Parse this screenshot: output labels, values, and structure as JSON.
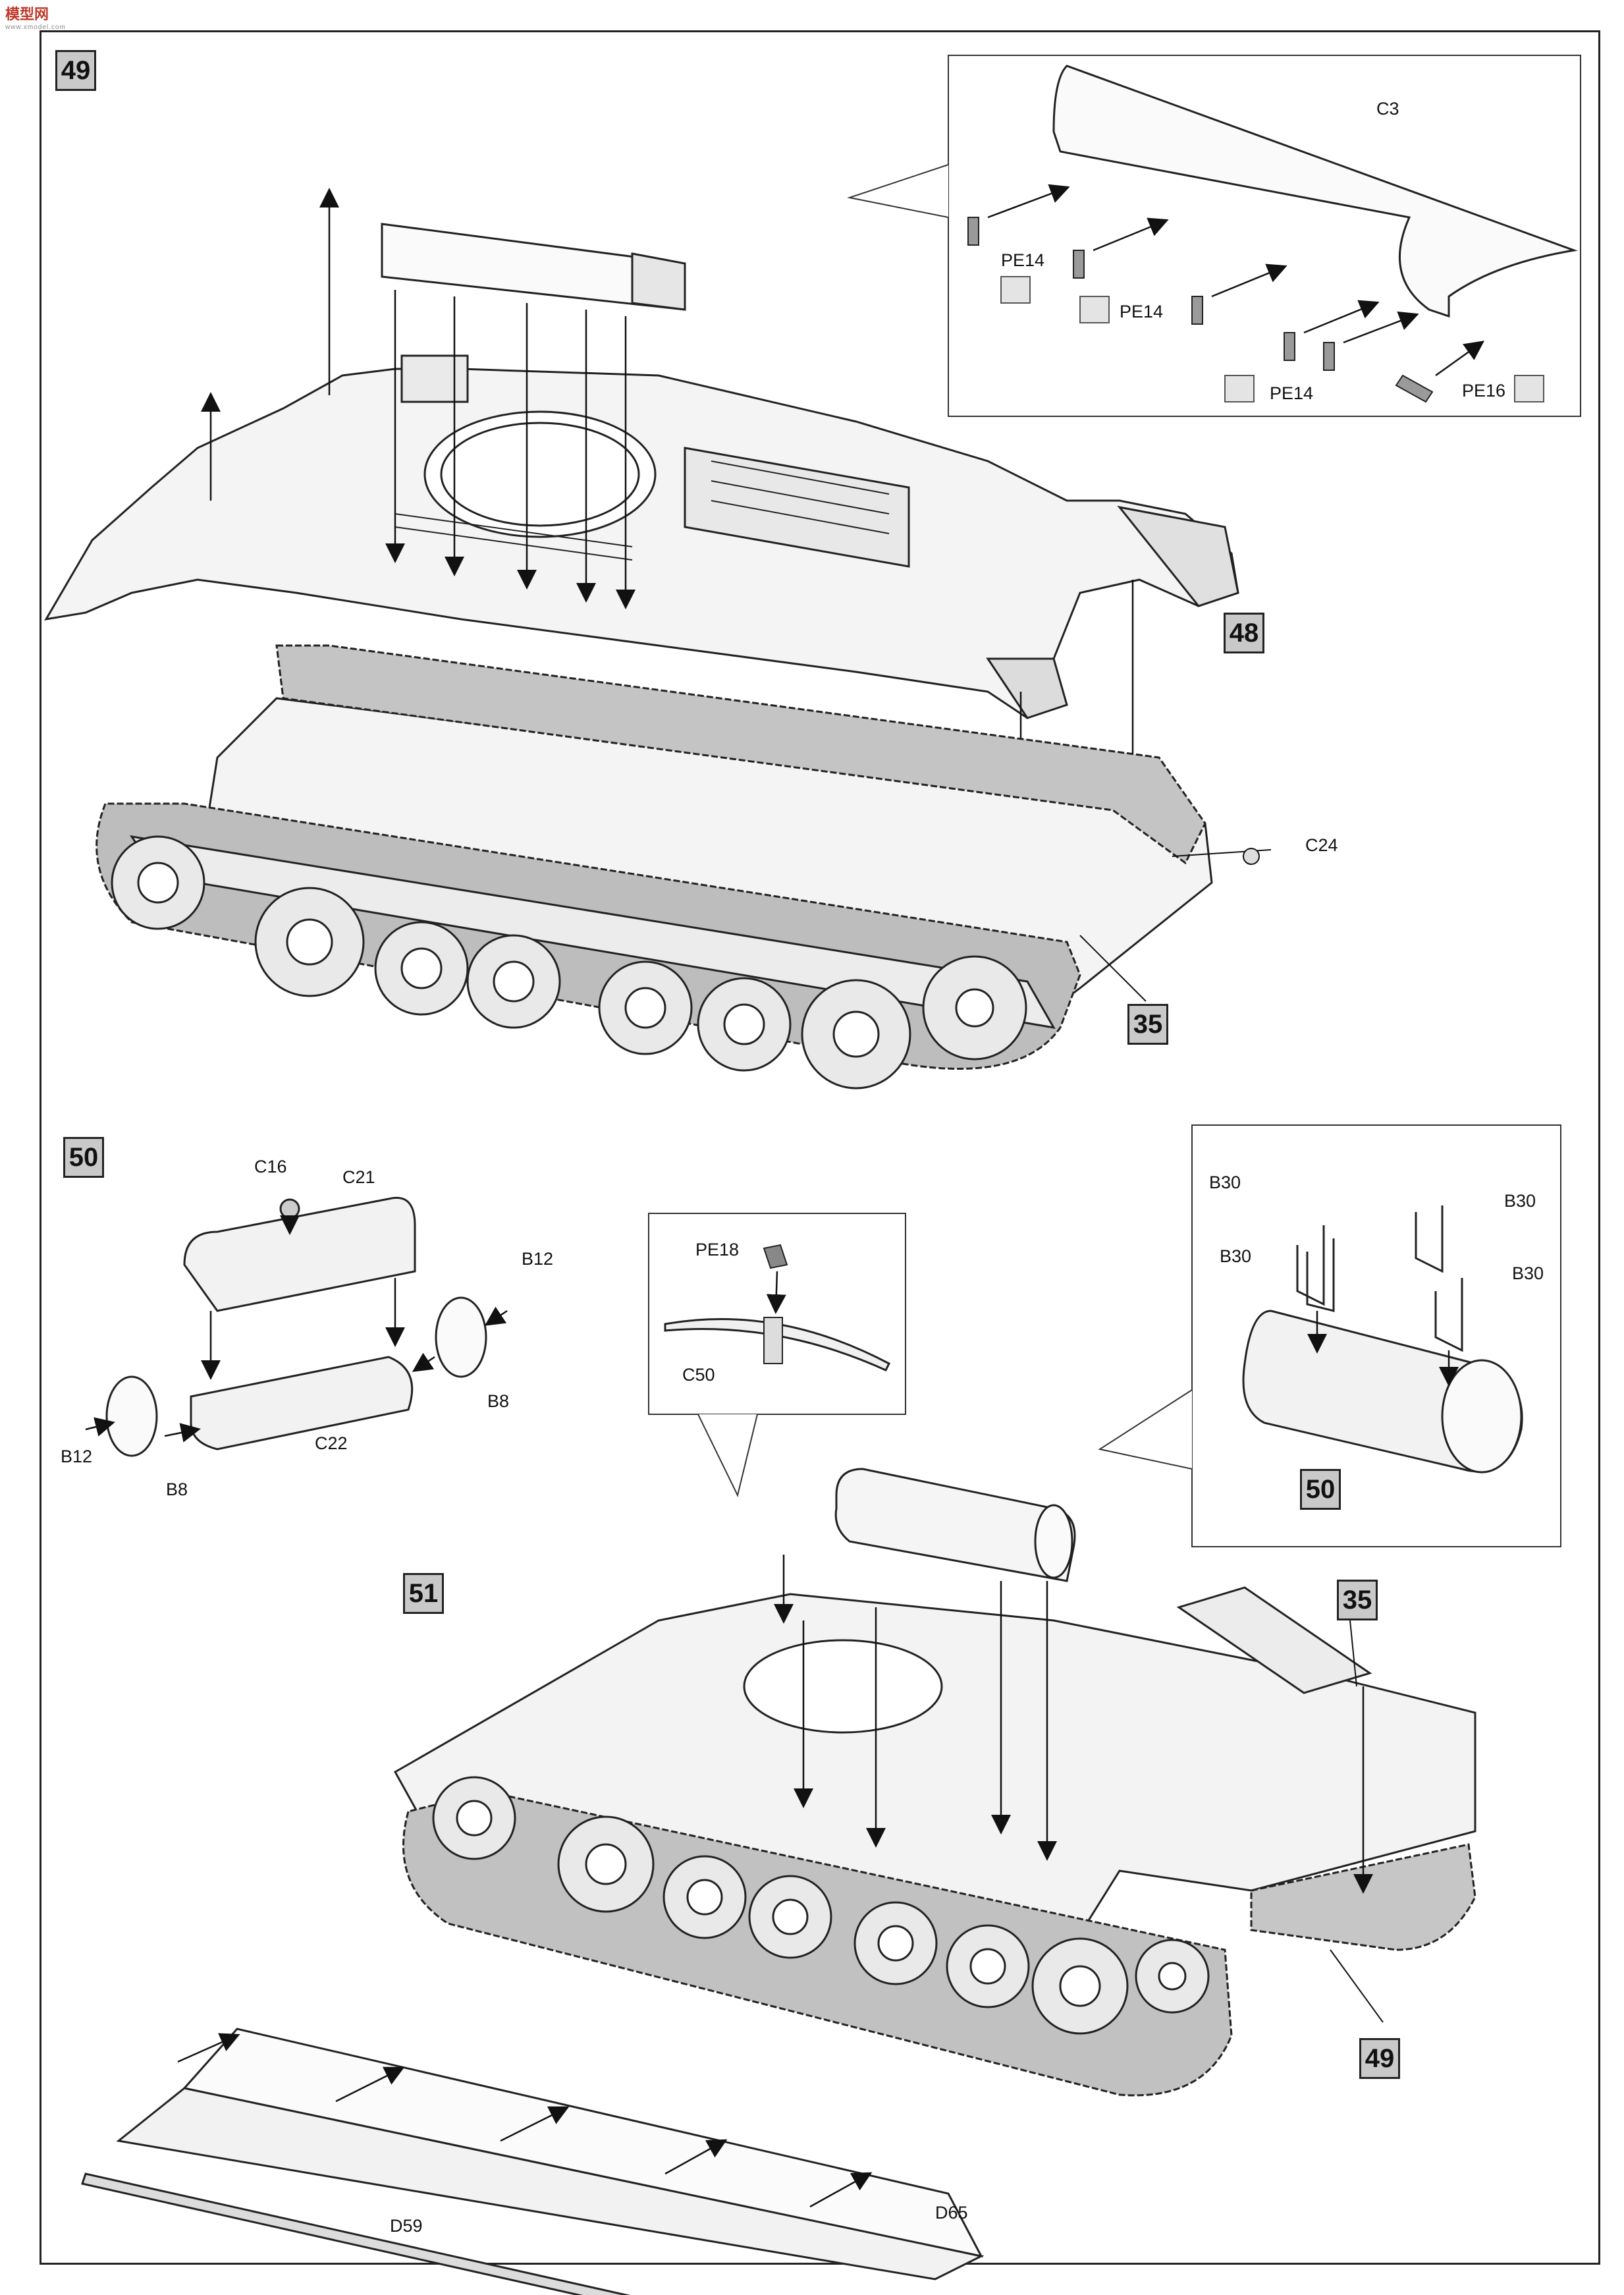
{
  "watermark": {
    "brand": "模型网",
    "url": "www.xmodel.com"
  },
  "steps": {
    "s49": "49",
    "s48": "48",
    "s35a": "35",
    "s50": "50",
    "s50ref": "50",
    "s51": "51",
    "s35b": "35",
    "s49ref": "49"
  },
  "parts": {
    "c3": "C3",
    "pe14a": "PE14",
    "pe14b": "PE14",
    "pe14c": "PE14",
    "pe16": "PE16",
    "c24": "C24",
    "c16": "C16",
    "c21": "C21",
    "b12a": "B12",
    "b12b": "B12",
    "b8a": "B8",
    "b8b": "B8",
    "c22": "C22",
    "pe18": "PE18",
    "c50": "C50",
    "b30a": "B30",
    "b30b": "B30",
    "b30c": "B30",
    "b30d": "B30",
    "d59": "D59",
    "d65": "D65"
  }
}
